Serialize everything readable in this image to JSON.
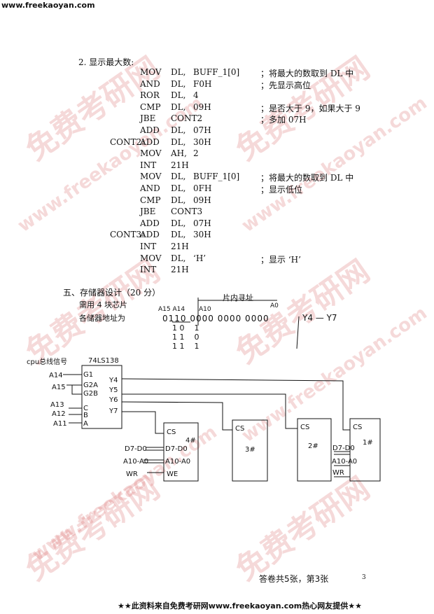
{
  "header_url": "www.freekaoyan.com",
  "section2": {
    "title": "2. 显示最大数:",
    "lines": [
      {
        "label": "",
        "op": "MOV",
        "a": "DL,",
        "b": "BUFF_1[0]",
        "comment": "；将最大的数取到 DL 中"
      },
      {
        "label": "",
        "op": "AND",
        "a": "DL,",
        "b": "F0H",
        "comment": "；先显示高位"
      },
      {
        "label": "",
        "op": "ROR",
        "a": "DL,",
        "b": "4",
        "comment": ""
      },
      {
        "label": "",
        "op": "CMP",
        "a": "DL,",
        "b": "09H",
        "comment": "；是否大于 9，如果大于 9"
      },
      {
        "label": "",
        "op": "JBE",
        "a": "CONT2",
        "b": "",
        "comment": "；多加 07H"
      },
      {
        "label": "",
        "op": "ADD",
        "a": "DL,",
        "b": "07H",
        "comment": ""
      },
      {
        "label": "CONT2:",
        "op": "ADD",
        "a": "DL,",
        "b": "30H",
        "comment": ""
      },
      {
        "label": "",
        "op": "MOV",
        "a": "AH,",
        "b": "2",
        "comment": ""
      },
      {
        "label": "",
        "op": "INT",
        "a": "21H",
        "b": "",
        "comment": ""
      },
      {
        "label": "",
        "op": "MOV",
        "a": "DL,",
        "b": "BUFF_1[0]",
        "comment": "；将最大的数取到 DL 中"
      },
      {
        "label": "",
        "op": "AND",
        "a": "DL,",
        "b": "0FH",
        "comment": "；显示低位"
      },
      {
        "label": "",
        "op": "CMP",
        "a": "DL,",
        "b": "09H",
        "comment": ""
      },
      {
        "label": "",
        "op": "JBE",
        "a": "CONT3",
        "b": "",
        "comment": ""
      },
      {
        "label": "",
        "op": "ADD",
        "a": "DL,",
        "b": "07H",
        "comment": ""
      },
      {
        "label": "CONT3:",
        "op": "ADD",
        "a": "DL,",
        "b": "30H",
        "comment": ""
      },
      {
        "label": "",
        "op": "INT",
        "a": "21H",
        "b": "",
        "comment": ""
      },
      {
        "label": "",
        "op": "MOV",
        "a": "DL,",
        "b": "‘H’",
        "comment": "；显示 ‘H’"
      },
      {
        "label": "",
        "op": "INT",
        "a": "21H",
        "b": "",
        "comment": ""
      }
    ]
  },
  "section5": {
    "title": "五、存储器设计（20 分）",
    "line1": "需用 4 块芯片",
    "line2": "各储器地址为",
    "intra": "片内寻址",
    "a15a14": "A15 A14",
    "a10": "A10",
    "a0": "A0",
    "addr": "0110  0000  0000  0000",
    "rows": [
      "1 0    1",
      "1 1    0",
      "1 1    1"
    ],
    "y_range": "Y4 — Y7"
  },
  "diagram": {
    "cpu_label": "cpu总线信号",
    "decoder": "74LS138",
    "inputs": [
      "A14",
      "A15",
      "A13",
      "A12",
      "A11"
    ],
    "pins_in": [
      "G1",
      "G2A",
      "G2B",
      "C",
      "B",
      "A"
    ],
    "pins_out": [
      "Y4",
      "Y5",
      "Y6",
      "Y7"
    ],
    "chips": [
      "4#",
      "3#",
      "2#",
      "1#"
    ],
    "cs": "CS",
    "d": "D7-D0",
    "a": "A10-A0",
    "wr": "WR",
    "we": "WE"
  },
  "footer": {
    "note": "答卷共5张，第3张",
    "page": "3",
    "banner": "★★此资料来自免费考研网www.freekaoyan.com热心网友提供★★"
  },
  "watermark": {
    "cn": "免费考研网",
    "url": "www.freekaoyan.com"
  }
}
